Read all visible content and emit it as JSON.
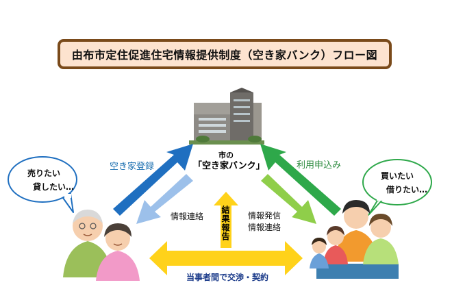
{
  "title": "由布市定住促進住宅情報提供制度（空き家バンク）フロー図",
  "bank": {
    "line1": "市の",
    "line2": "「空き家バンク」"
  },
  "labels": {
    "register": "空き家登録",
    "apply": "利用申込み",
    "contact_left": "情報連絡",
    "info_send": "情報発信",
    "contact_right": "情報連絡",
    "result_report": "結果報告",
    "negotiate": "当事者間で交渉・契約"
  },
  "bubbles": {
    "left": {
      "line1": "売りたい",
      "line2": "貸したい…"
    },
    "right": {
      "line1": "買いたい",
      "line2": "借りたい…"
    }
  },
  "colors": {
    "title_border": "#7a4a1a",
    "title_fill": "#fde3cf",
    "arrow_blue": "#1f6fc0",
    "arrow_light_blue": "#9cc0ea",
    "arrow_green": "#2ea84a",
    "arrow_light_green": "#8fce4a",
    "arrow_yellow": "#ffd21a",
    "bubble_border": "#1f6fc0",
    "bubble_border_right": "#2ea84a"
  },
  "icons": [
    "city-hall-building-icon",
    "elderly-couple-icon",
    "family-icon"
  ]
}
